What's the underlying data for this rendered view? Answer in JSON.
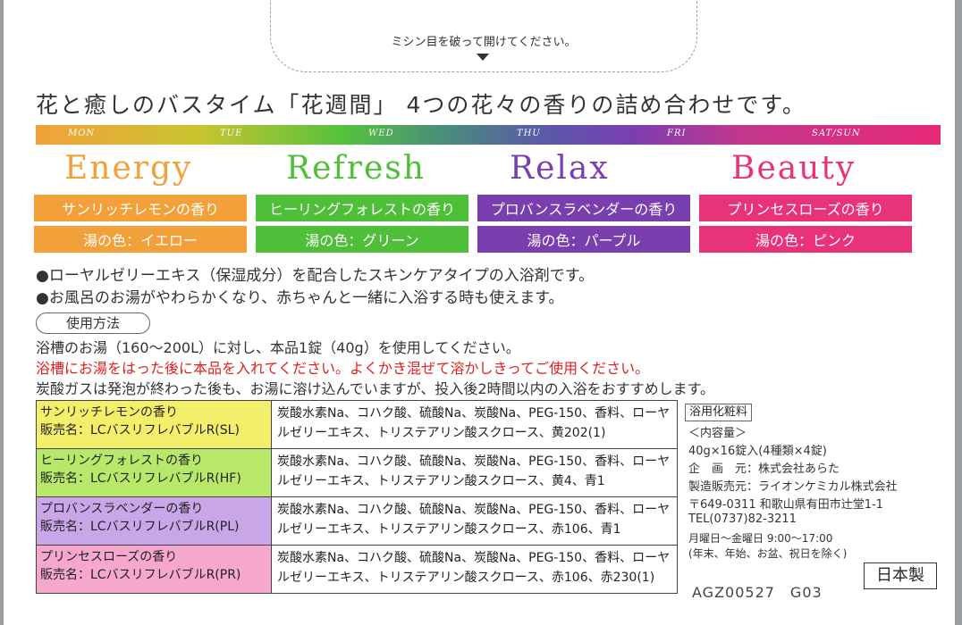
{
  "tab": {
    "text": "ミシン目を破って開けてください。"
  },
  "headline": "花と癒しのバスタイム「花週間」 4つの花々の香りの詰め合わせです。",
  "days": [
    "MON",
    "TUE",
    "WED",
    "THU",
    "FRI",
    "SAT/SUN"
  ],
  "scents": [
    {
      "name": "Energy",
      "fragrance": "サンリッチレモンの香り",
      "color_label": "湯の色：イエロー",
      "color": "#f2a13a"
    },
    {
      "name": "Refresh",
      "fragrance": "ヒーリングフォレストの香り",
      "color_label": "湯の色：グリーン",
      "color": "#4fbf3a"
    },
    {
      "name": "Relax",
      "fragrance": "プロバンスラベンダーの香り",
      "color_label": "湯の色：パープル",
      "color": "#7a3fae"
    },
    {
      "name": "Beauty",
      "fragrance": "プリンセスローズの香り",
      "color_label": "湯の色：ピンク",
      "color": "#e8327a"
    }
  ],
  "bullets": [
    "●ローヤルゼリーエキス（保湿成分）を配合したスキンケアタイプの入浴剤です。",
    "●お風呂のお湯がやわらかくなり、赤ちゃんと一緒に入浴する時も使えます。"
  ],
  "usage": {
    "title": "使用方法",
    "line1": "浴槽のお湯（160～200L）に対し、本品1錠（40g）を使用してください。",
    "line2": "浴槽にお湯をはった後に本品を入れてください。よくかき混ぜて溶かしきってご使用ください。",
    "line3": "炭酸ガスは発泡が終わった後も、お湯に溶け込んでいますが、投入後2時間以内の入浴をおすすめします。"
  },
  "ingredients": [
    {
      "scent": "サンリッチレモンの香り",
      "product": "販売名：LCバスリフレバブルR(SL)",
      "list": "炭酸水素Na、コハク酸、硫酸Na、炭酸Na、PEG-150、香料、ローヤルゼリーエキス、トリステアリン酸スクロース、黄202(1)",
      "bg": "#f3ef6a"
    },
    {
      "scent": "ヒーリングフォレストの香り",
      "product": "販売名：LCバスリフレバブルR(HF)",
      "list": "炭酸水素Na、コハク酸、硫酸Na、炭酸Na、PEG-150、香料、ローヤルゼリーエキス、トリステアリン酸スクロース、黄4、青1",
      "bg": "#b8e86a"
    },
    {
      "scent": "プロバンスラベンダーの香り",
      "product": "販売名：LCバスリフレバブルR(PL)",
      "list": "炭酸水素Na、コハク酸、硫酸Na、炭酸Na、PEG-150、香料、ローヤルゼリーエキス、トリステアリン酸スクロース、赤106、青1",
      "bg": "#c8a6e8"
    },
    {
      "scent": "プリンセスローズの香り",
      "product": "販売名：LCバスリフレバブルR(PR)",
      "list": "炭酸水素Na、コハク酸、硫酸Na、炭酸Na、PEG-150、香料、ローヤルゼリーエキス、トリステアリン酸スクロース、赤106、赤230(1)",
      "bg": "#f6a8cc"
    }
  ],
  "info": {
    "tag": "浴用化粧料",
    "contents_label": "＜内容量＞",
    "contents": "40g×16錠入(4種類×4錠)",
    "planner": "企　画　元：株式会社あらた",
    "manufacturer": "製造販売元：ライオンケミカル株式会社",
    "address": "〒649-0311 和歌山県有田市辻堂1-1",
    "tel": "TEL(0737)82-3211",
    "hours": "月曜日～金曜日 9:00～17:00",
    "holidays": "(年末、年始、お盆、祝日を除く)",
    "made_in": "日本製",
    "code": "AGZ00527　G03"
  }
}
